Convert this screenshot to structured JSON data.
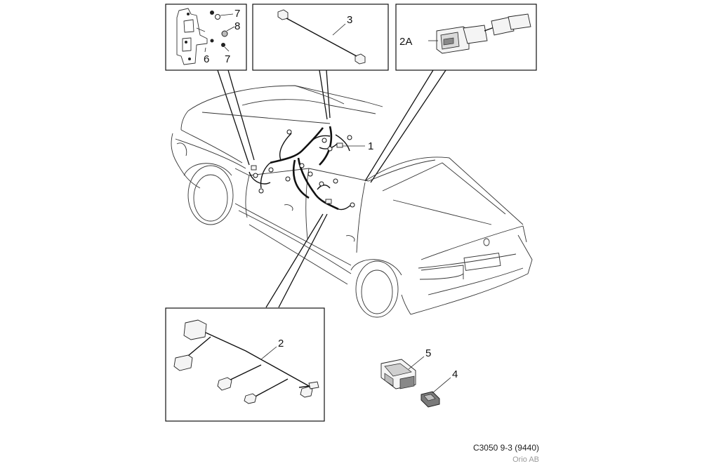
{
  "diagram": {
    "callouts": {
      "c1": "1",
      "c2": "2",
      "c2a": "2A",
      "c3": "3",
      "c4": "4",
      "c5": "5",
      "c6": "6",
      "c7a": "7",
      "c7b": "7",
      "c8": "8"
    }
  },
  "caption": {
    "code": "C3050 9-3 (9440)",
    "company": "Orio AB"
  }
}
